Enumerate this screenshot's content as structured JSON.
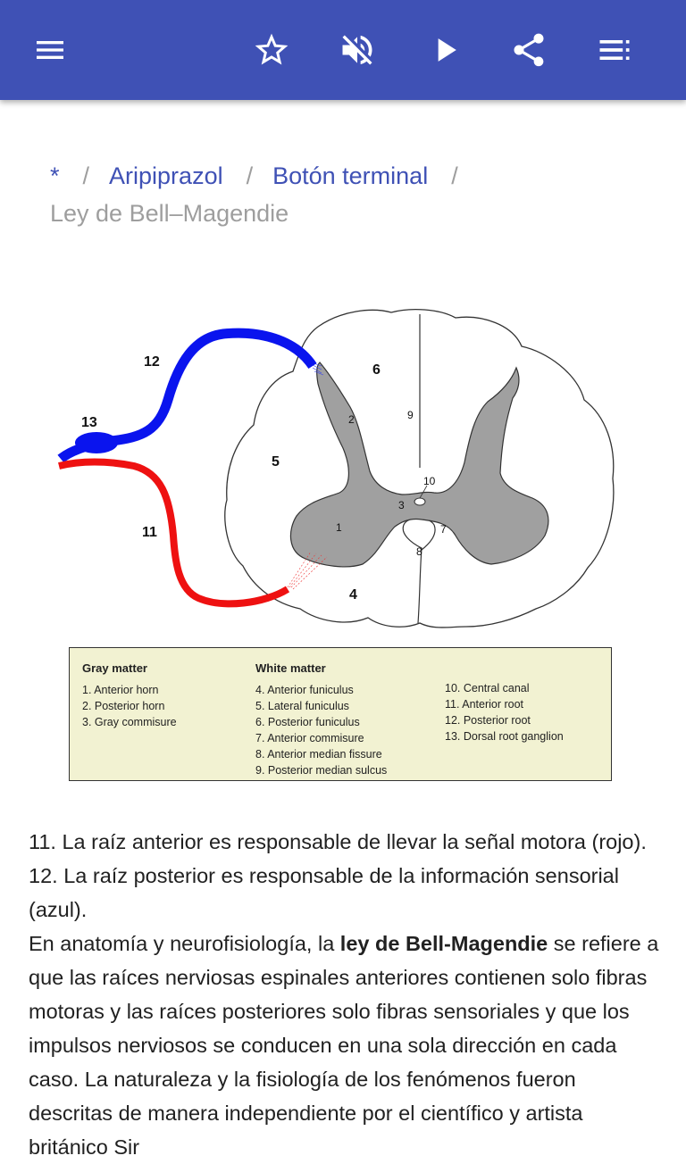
{
  "appbar": {
    "color": "#3f51b5",
    "icons": [
      "menu-icon",
      "star-outline-icon",
      "volume-off-icon",
      "play-icon",
      "share-icon",
      "playlist-icon"
    ]
  },
  "breadcrumb": {
    "items": [
      "*",
      "Aripiprazol",
      "Botón terminal"
    ],
    "separator": "/",
    "current": "Ley de Bell–Magendie"
  },
  "figure": {
    "numbers": {
      "n1": "1",
      "n2": "2",
      "n3": "3",
      "n4": "4",
      "n5": "5",
      "n6": "6",
      "n7": "7",
      "n8": "8",
      "n9": "9",
      "n10": "10",
      "n11": "11",
      "n12": "12",
      "n13": "13"
    },
    "colors": {
      "motor_root": "#ee1111",
      "sensory_root": "#0a14ee",
      "gray_matter": "#a0a0a0"
    },
    "legend": {
      "gray_title": "Gray matter",
      "gray_items": [
        "1. Anterior horn",
        "2. Posterior horn",
        "3. Gray commisure"
      ],
      "white_title": "White matter",
      "white_items": [
        "4. Anterior funiculus",
        "5. Lateral funiculus",
        "6. Posterior funiculus",
        "7. Anterior commisure",
        "8. Anterior median fissure",
        "9. Posterior median sulcus"
      ],
      "other_items": [
        "10. Central canal",
        "11. Anterior root",
        "12. Posterior root",
        "13. Dorsal root ganglion"
      ]
    }
  },
  "article": {
    "caption": "11. La raíz anterior es responsable de llevar la señal motora (rojo). 12. La raíz posterior es responsable de la información sensorial (azul).",
    "intro_before": "En anatomía y neurofisiología, la ",
    "intro_bold": "ley de Bell-Magendie",
    "intro_after": " se refiere a que las raíces nerviosas espinales anteriores contienen solo fibras motoras y las raíces posteriores solo fibras sensoriales y que los impulsos nerviosos se conducen en una sola dirección en cada caso. La naturaleza y la fisiología de los fenómenos fueron descritas de manera independiente por el científico y artista británico Sir"
  }
}
